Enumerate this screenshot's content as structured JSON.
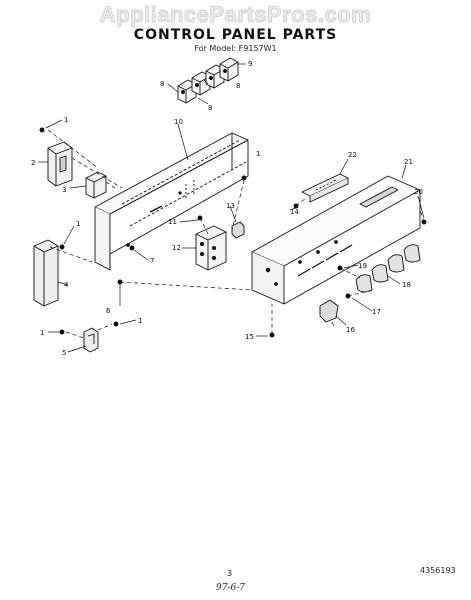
{
  "watermark": "AppliancePartsPros.com",
  "header": {
    "title": "CONTROL PANEL PARTS",
    "model": "For Model: F9157W1"
  },
  "callouts": {
    "c1a": "1",
    "c1b": "1",
    "c1c": "1",
    "c1d": "1",
    "c1e": "1",
    "c2": "2",
    "c3": "3",
    "c4": "4",
    "c5": "5",
    "c6": "6",
    "c7": "7",
    "c8a": "8",
    "c8b": "8",
    "c8c": "8",
    "c9": "9",
    "c10": "10",
    "c11": "11",
    "c12": "12",
    "c13": "13",
    "c14": "14",
    "c15": "15",
    "c16": "16",
    "c17": "17",
    "c18": "18",
    "c19": "19",
    "c20": "20",
    "c21": "21",
    "c22": "22"
  },
  "footer": {
    "page_number": "3",
    "part_number": "4356193",
    "handwritten": "97-6-7"
  }
}
